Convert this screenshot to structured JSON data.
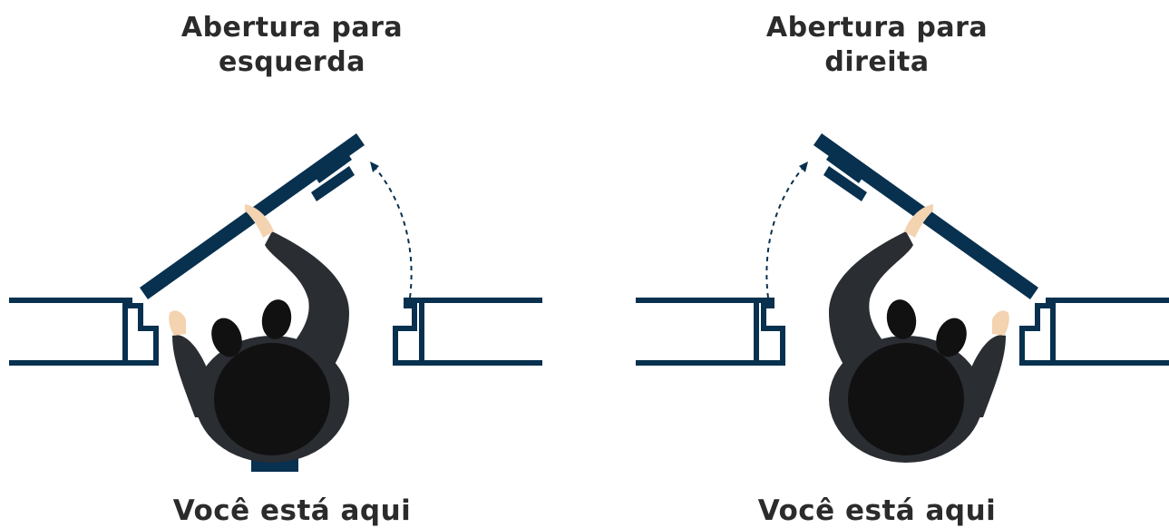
{
  "left_panel": {
    "title_line1": "Abertura para",
    "title_line2": "esquerda",
    "caption": "Você está aqui"
  },
  "right_panel": {
    "title_line1": "Abertura para",
    "title_line2": "direita",
    "caption": "Você está aqui"
  },
  "colors": {
    "door": "#08304f",
    "frame": "#08304f",
    "shirt": "#2a2d32",
    "hair": "#111111",
    "skin": "#f3d3b0",
    "text": "#2b2b2b"
  }
}
